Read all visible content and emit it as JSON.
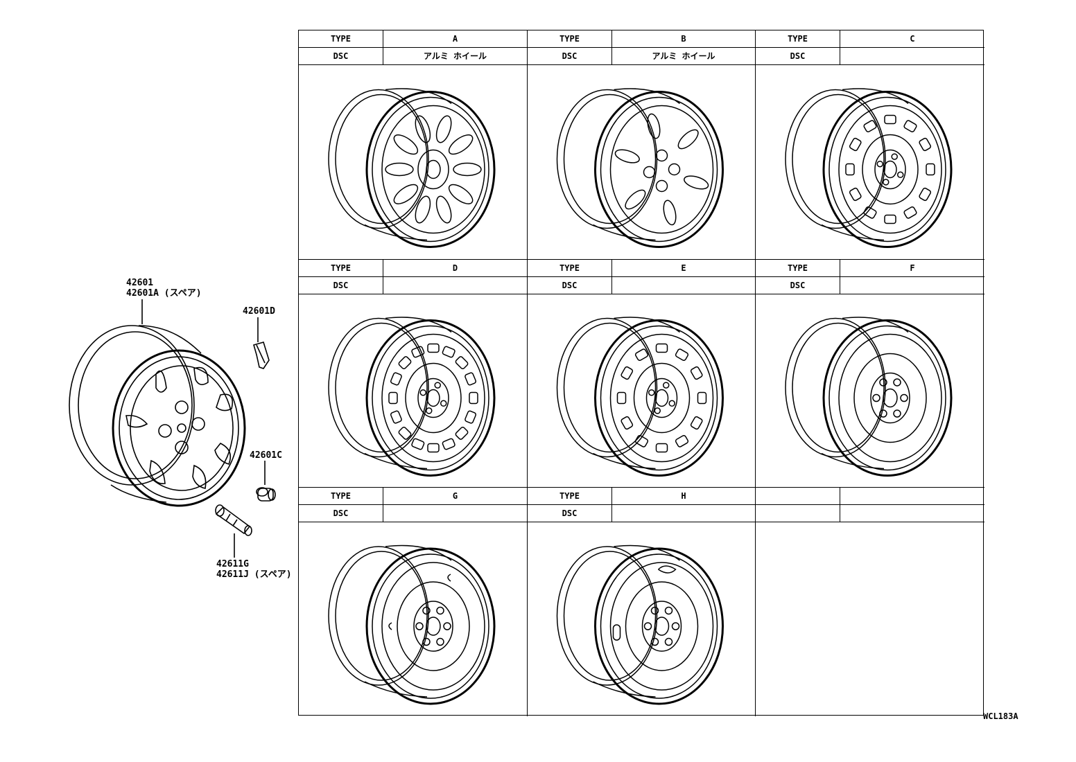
{
  "callouts": {
    "wheel_part": "42601",
    "wheel_part_spare": "42601A (スペア)",
    "weight_part": "42601D",
    "cap_part": "42601C",
    "valve_part": "42611G",
    "valve_part_spare": "42611J (スペア)"
  },
  "table": {
    "cells": [
      {
        "type_label": "TYPE",
        "type": "A",
        "dsc_label": "DSC",
        "dsc": "アルミ ホイール",
        "icon": "alloy-10-spoke-wheel"
      },
      {
        "type_label": "TYPE",
        "type": "B",
        "dsc_label": "DSC",
        "dsc": "アルミ ホイール",
        "icon": "alloy-5-spoke-wheel"
      },
      {
        "type_label": "TYPE",
        "type": "C",
        "dsc_label": "DSC",
        "dsc": "",
        "icon": "steel-slotted-wheel"
      },
      {
        "type_label": "TYPE",
        "type": "D",
        "dsc_label": "DSC",
        "dsc": "",
        "icon": "steel-vented-wheel"
      },
      {
        "type_label": "TYPE",
        "type": "E",
        "dsc_label": "DSC",
        "dsc": "",
        "icon": "steel-window-wheel"
      },
      {
        "type_label": "TYPE",
        "type": "F",
        "dsc_label": "DSC",
        "dsc": "",
        "icon": "steel-plain-wheel"
      },
      {
        "type_label": "TYPE",
        "type": "G",
        "dsc_label": "DSC",
        "dsc": "",
        "icon": "steel-spare-wheel"
      },
      {
        "type_label": "TYPE",
        "type": "H",
        "dsc_label": "DSC",
        "dsc": "",
        "icon": "steel-spare-wheel-2"
      },
      {
        "type_label": "",
        "type": "",
        "dsc_label": "",
        "dsc": "",
        "icon": ""
      }
    ]
  },
  "drawing_code": "WCL183A"
}
